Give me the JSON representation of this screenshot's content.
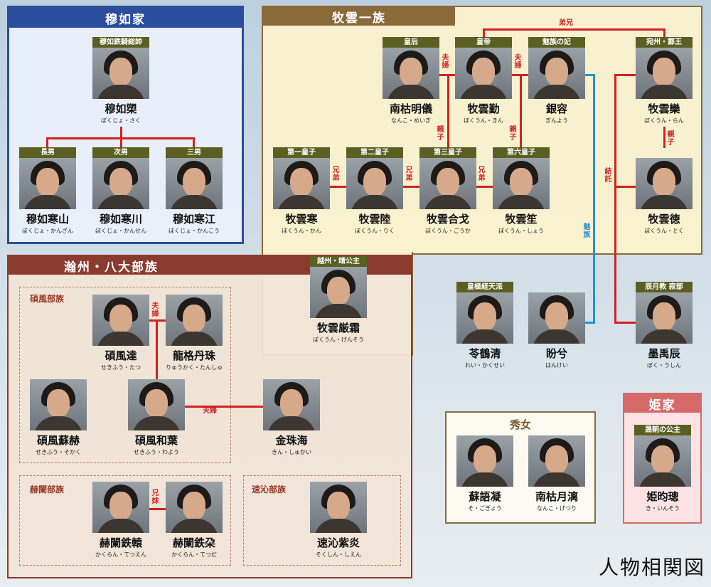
{
  "groups": {
    "muru": {
      "title": "穆如家",
      "color": "#2b4d9e"
    },
    "muyun": {
      "title": "牧雲一族",
      "color": "#8b6a3a"
    },
    "hanshu": {
      "title": "瀚州・八大部族",
      "color": "#8b3a2e"
    },
    "xiunu": {
      "title": "秀女"
    },
    "ji": {
      "title": "姫家",
      "color": "#d66a6a"
    }
  },
  "subgroups": {
    "shuofeng": "碩風部族",
    "helan": "赫闌部族",
    "suqin": "速沁部族"
  },
  "people": {
    "p1": {
      "role": "穆如鉄騎総帥",
      "name": "穆如槊",
      "reading": "ぼくじょ・さく"
    },
    "p2": {
      "role": "長男",
      "name": "穆如寒山",
      "reading": "ぼくじょ・かんざん"
    },
    "p3": {
      "role": "次男",
      "name": "穆如寒川",
      "reading": "ぼくじょ・かんせん"
    },
    "p4": {
      "role": "三男",
      "name": "穆如寒江",
      "reading": "ぼくじょ・かんこう"
    },
    "p5": {
      "role": "皇后",
      "name": "南枯明儀",
      "reading": "なんこ・めいぎ"
    },
    "p6": {
      "role": "皇帝",
      "name": "牧雲勤",
      "reading": "ぼくうん・きん"
    },
    "p7": {
      "role": "魅族の妃",
      "name": "銀容",
      "reading": "ぎんよう"
    },
    "p8": {
      "role": "宛州・鄴王",
      "name": "牧雲欒",
      "reading": "ぼくうん・らん"
    },
    "p9": {
      "role": "第一皇子",
      "name": "牧雲寒",
      "reading": "ぼくうん・かん"
    },
    "p10": {
      "role": "第二皇子",
      "name": "牧雲陸",
      "reading": "ぼくうん・りく"
    },
    "p11": {
      "role": "第三皇子",
      "name": "牧雲合戈",
      "reading": "ぼくうん・ごうか"
    },
    "p12": {
      "role": "第六皇子",
      "name": "牧雲笙",
      "reading": "ぼくうん・しょう"
    },
    "p13": {
      "role": "",
      "name": "牧雲徳",
      "reading": "ぼくうん・とく"
    },
    "p14": {
      "role": "越州・靖公主",
      "name": "牧雲厳霜",
      "reading": "ぼくうん・げんそう"
    },
    "p15": {
      "role": "皇極経天派",
      "name": "苓鶴清",
      "reading": "れい・かくせい"
    },
    "p16": {
      "role": "",
      "name": "盼兮",
      "reading": "はんけい"
    },
    "p17": {
      "role": "辰月教 寂部",
      "name": "墨禹辰",
      "reading": "ぼく・うしん"
    },
    "p18": {
      "role": "",
      "name": "碩風達",
      "reading": "せきふう・たつ"
    },
    "p19": {
      "role": "",
      "name": "龍格丹珠",
      "reading": "りゅうかく・たんしゅ"
    },
    "p20": {
      "role": "",
      "name": "碩風蘇赫",
      "reading": "せきふう・そかく"
    },
    "p21": {
      "role": "",
      "name": "碩風和葉",
      "reading": "せきふう・わよう"
    },
    "p22": {
      "role": "",
      "name": "金珠海",
      "reading": "きん・しゅかい"
    },
    "p23": {
      "role": "",
      "name": "赫闌鉄轅",
      "reading": "かくらん・てつえん"
    },
    "p24": {
      "role": "",
      "name": "赫闌鉄朶",
      "reading": "かくらん・てつだ"
    },
    "p25": {
      "role": "",
      "name": "速沁紫炎",
      "reading": "そくしん・しえん"
    },
    "p26": {
      "role": "",
      "name": "蘇語凝",
      "reading": "そ・ごぎょう"
    },
    "p27": {
      "role": "",
      "name": "南枯月漓",
      "reading": "なんこ・げつり"
    },
    "p28": {
      "role": "晟朝の公主",
      "name": "姫昀璁",
      "reading": "き・いんそう"
    }
  },
  "relations": {
    "brothers_elder": "弟兄",
    "couple": "夫婦",
    "parent_child": "親子",
    "siblings": "兄弟",
    "bro_sis": "兄妹",
    "alliance": "結託",
    "mei_clan": "魅族"
  },
  "footer_title": "人物相関図"
}
